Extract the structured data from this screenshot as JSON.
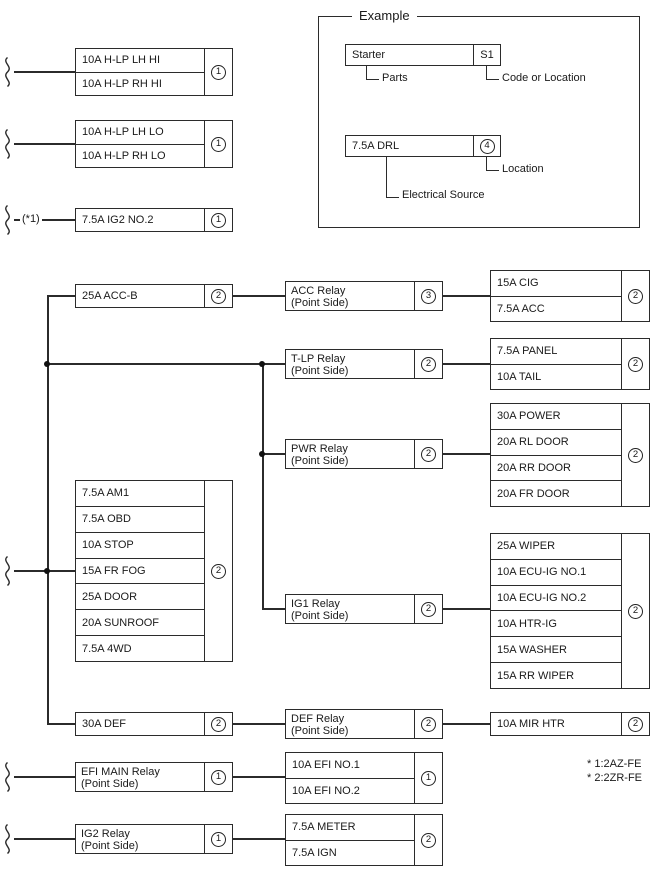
{
  "example": {
    "title": "Example",
    "starter_label": "Starter",
    "starter_code": "S1",
    "parts_caption": "Parts",
    "code_caption": "Code or Location",
    "drl_label": "7.5A DRL",
    "drl_loc": "4",
    "location_caption": "Location",
    "source_caption": "Electrical Source"
  },
  "left_note": "(*1)",
  "footnotes": [
    "* 1:2AZ-FE",
    "* 2:2ZR-FE"
  ],
  "icons": {
    "power_source_squiggle": "wavy supply lead"
  },
  "groups": {
    "hlp_hi": {
      "rows": [
        "10A H-LP LH HI",
        "10A H-LP RH HI"
      ],
      "loc": "1"
    },
    "hlp_lo": {
      "rows": [
        "10A H-LP LH LO",
        "10A H-LP RH LO"
      ],
      "loc": "1"
    },
    "ig2_no2": {
      "rows": [
        "7.5A IG2 NO.2"
      ],
      "loc": "1"
    },
    "acc_b": {
      "rows": [
        "25A ACC-B"
      ],
      "loc": "2"
    },
    "cig_acc": {
      "rows": [
        "15A CIG",
        "7.5A ACC"
      ],
      "loc": "2"
    },
    "panel_tail": {
      "rows": [
        "7.5A PANEL",
        "10A TAIL"
      ],
      "loc": "2"
    },
    "power_group": {
      "rows": [
        "30A POWER",
        "20A RL DOOR",
        "20A RR DOOR",
        "20A FR DOOR"
      ],
      "loc": "2"
    },
    "main_fuses": {
      "rows": [
        "7.5A AM1",
        "7.5A OBD",
        "10A STOP",
        "15A FR FOG",
        "25A DOOR",
        "20A SUNROOF",
        "7.5A 4WD"
      ],
      "loc": "2"
    },
    "ig_group": {
      "rows": [
        "25A WIPER",
        "10A ECU-IG NO.1",
        "10A ECU-IG NO.2",
        "10A HTR-IG",
        "15A WASHER",
        "15A RR WIPER"
      ],
      "loc": "2"
    },
    "def": {
      "rows": [
        "30A DEF"
      ],
      "loc": "2"
    },
    "mir_htr": {
      "rows": [
        "10A MIR HTR"
      ],
      "loc": "2"
    },
    "efi_group": {
      "rows": [
        "10A EFI NO.1",
        "10A EFI NO.2"
      ],
      "loc": "1"
    },
    "meter_group": {
      "rows": [
        "7.5A METER",
        "7.5A IGN"
      ],
      "loc": "2"
    }
  },
  "relays": {
    "acc": {
      "name": "ACC Relay",
      "sub": "(Point Side)",
      "loc": "3"
    },
    "tlp": {
      "name": "T-LP Relay",
      "sub": "(Point Side)",
      "loc": "2"
    },
    "pwr": {
      "name": "PWR Relay",
      "sub": "(Point Side)",
      "loc": "2"
    },
    "ig1": {
      "name": "IG1 Relay",
      "sub": "(Point Side)",
      "loc": "2"
    },
    "def": {
      "name": "DEF Relay",
      "sub": "(Point Side)",
      "loc": "2"
    },
    "efi": {
      "name": "EFI MAIN Relay",
      "sub": "(Point Side)",
      "loc": "1"
    },
    "ig2": {
      "name": "IG2 Relay",
      "sub": "(Point Side)",
      "loc": "1"
    }
  }
}
